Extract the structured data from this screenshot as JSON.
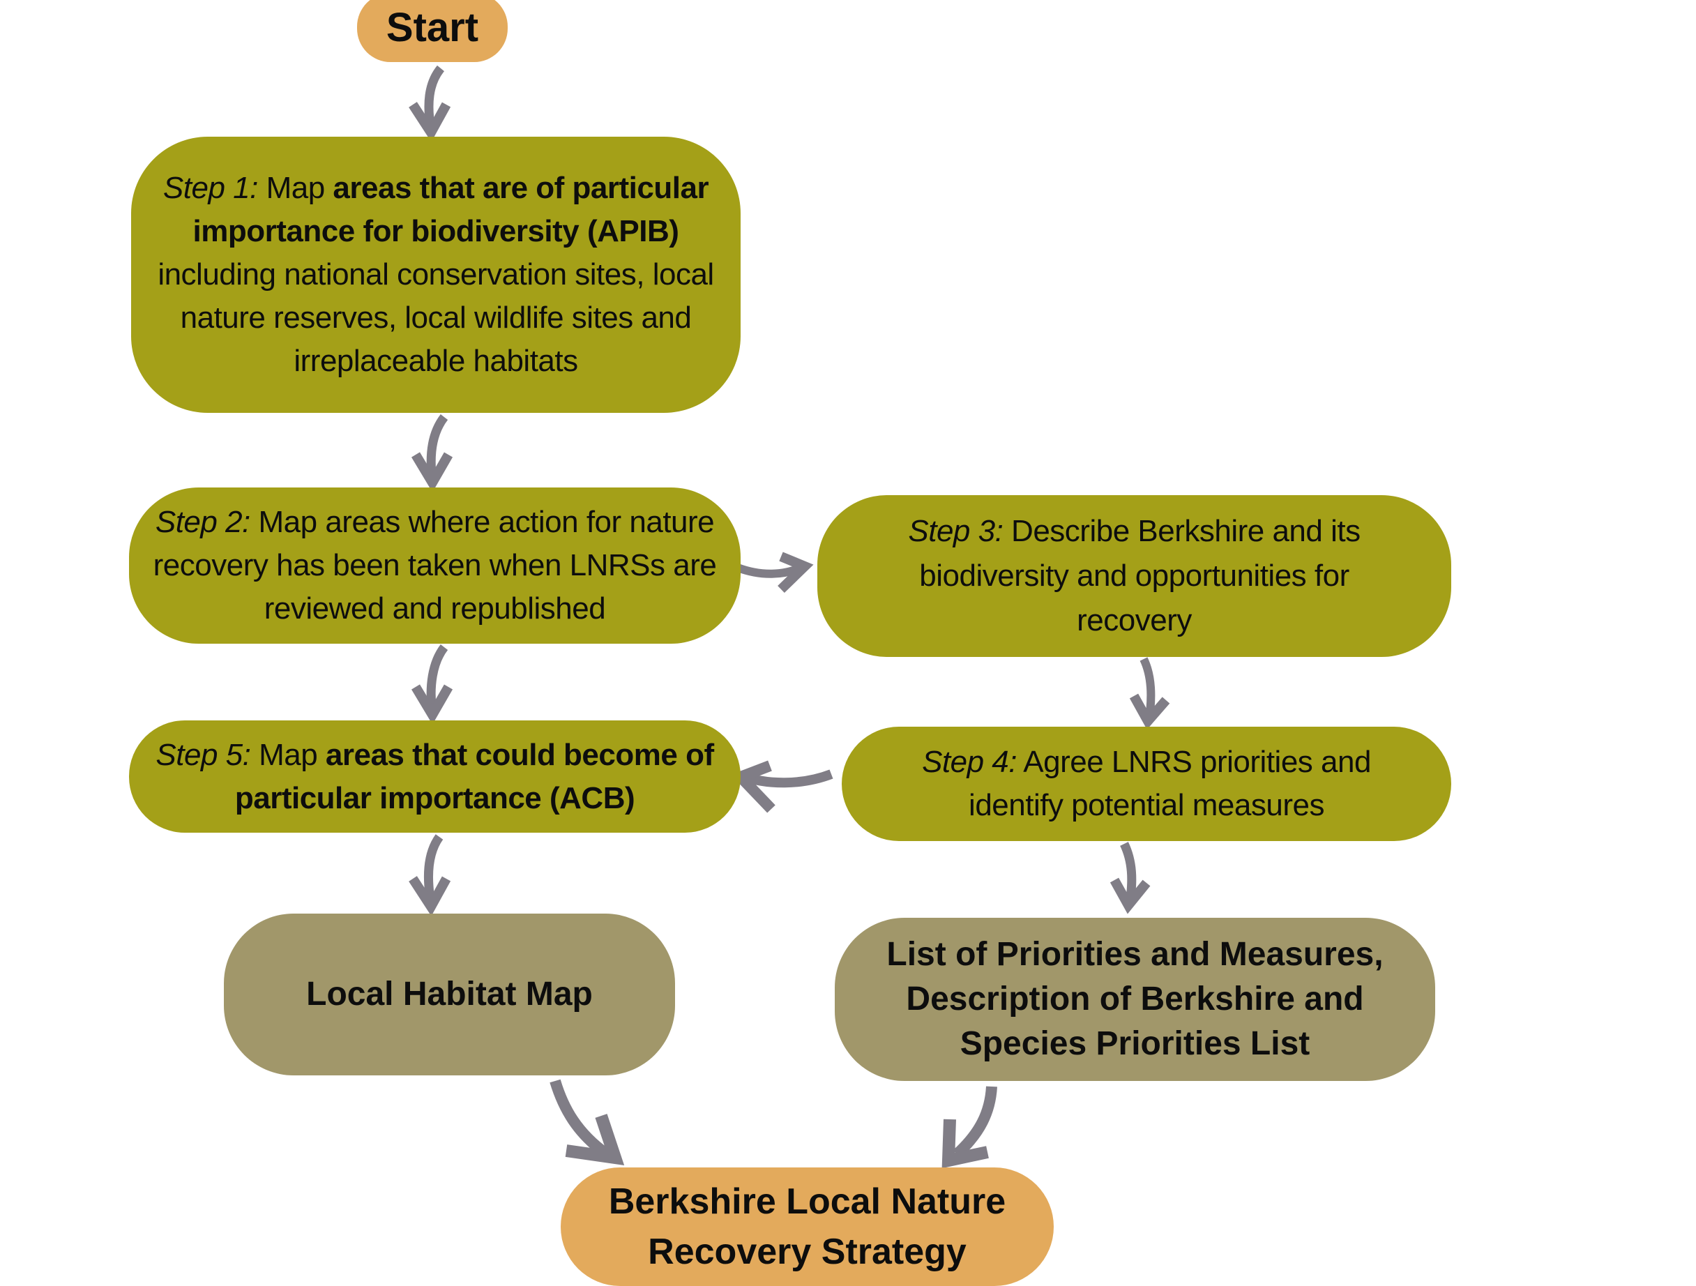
{
  "diagram": {
    "type": "flowchart",
    "colors": {
      "step_fill": "#a4a018",
      "output_fill": "#a1976a",
      "terminal_fill": "#e3aa5c",
      "arrow": "#807d86"
    },
    "start": {
      "label": "Start"
    },
    "step1": {
      "prefix": "Step 1:",
      "t1": " Map ",
      "b1": "areas that are of particular importance for biodiversity (APIB)",
      "t2": " including national conservation sites, local nature reserves, local wildlife sites and irreplaceable habitats"
    },
    "step2": {
      "prefix": "Step 2:",
      "t1": " Map areas where action for nature recovery has been taken when LNRSs are reviewed and republished"
    },
    "step3": {
      "prefix": "Step 3:",
      "t1": " Describe Berkshire and its biodiversity and opportunities for recovery"
    },
    "step4": {
      "prefix": "Step 4:",
      "t1": " Agree LNRS priorities and identify potential measures"
    },
    "step5": {
      "prefix": "Step 5:",
      "t1": " Map ",
      "b1": "areas that could become of particular importance (ACB)"
    },
    "output_map": {
      "label": "Local Habitat Map"
    },
    "output_list": {
      "label": "List of Priorities and Measures, Description of Berkshire and Species Priorities List"
    },
    "final": {
      "label": "Berkshire Local Nature Recovery Strategy"
    },
    "edges": [
      {
        "from": "Start",
        "to": "Step 1"
      },
      {
        "from": "Step 1",
        "to": "Step 2"
      },
      {
        "from": "Step 2",
        "to": "Step 3"
      },
      {
        "from": "Step 3",
        "to": "Step 4"
      },
      {
        "from": "Step 4",
        "to": "Step 5"
      },
      {
        "from": "Step 2",
        "to": "Step 5"
      },
      {
        "from": "Step 5",
        "to": "Local Habitat Map"
      },
      {
        "from": "Step 4",
        "to": "List of Priorities and Measures"
      },
      {
        "from": "Local Habitat Map",
        "to": "Berkshire Local Nature Recovery Strategy"
      },
      {
        "from": "List of Priorities and Measures",
        "to": "Berkshire Local Nature Recovery Strategy"
      }
    ]
  }
}
